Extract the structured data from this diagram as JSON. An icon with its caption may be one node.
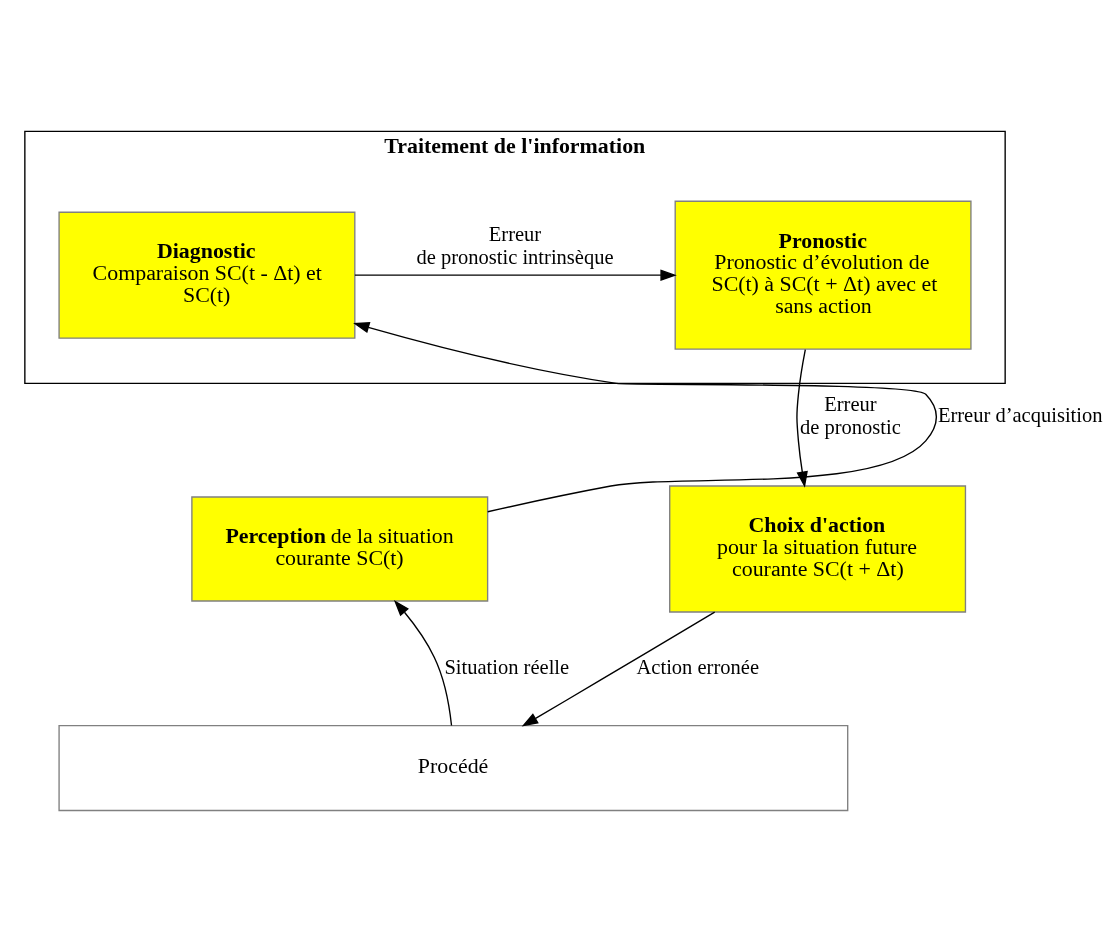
{
  "diagram": {
    "nodes": [
      {
        "text": [
          "Traitement de l'information"
        ]
      },
      {
        "text": [
          "Diagnostic",
          "Comparaison SC(t - Δt) et SC(t)"
        ],
        "in": 0
      },
      {
        "text": [
          "Pronostic",
          "Pronostic d’évolution de SC(t) à SC(t + Δt) avec et sans action"
        ],
        "in": 0
      },
      {
        "text": [
          "**Perception** de la situation courante SC(t)"
        ]
      },
      {
        "text": [
          "Choix d'action",
          "pour la situation future courante SC(t + Δt)"
        ]
      },
      {
        "text": [
          "Procédé"
        ]
      }
    ],
    "edges": [
      {
        "from": 1,
        "to": 2,
        "arrow": "to",
        "label": "Erreur de pronostic intrinsèque"
      },
      {
        "from": 3,
        "to": 1,
        "arrow": "to",
        "label": "Erreur d’acquisition"
      },
      {
        "from": 2,
        "to": 4,
        "arrow": "to",
        "label": "Erreur de pronostic"
      },
      {
        "from": 5,
        "to": 3,
        "arrow": "to",
        "label": "Situation réelle"
      },
      {
        "from": 4,
        "to": 5,
        "arrow": "to",
        "label": "Action erronée"
      }
    ]
  }
}
